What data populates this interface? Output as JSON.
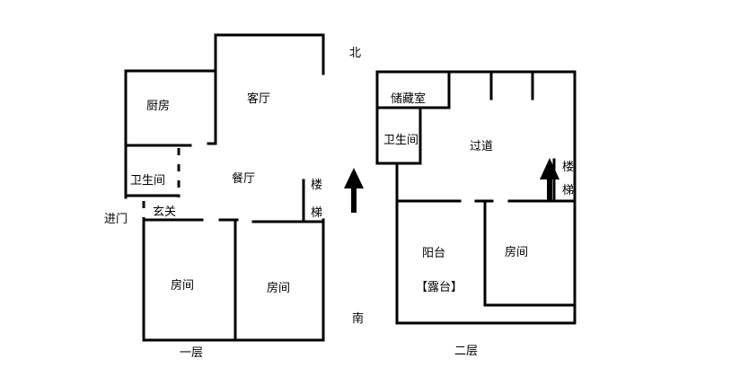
{
  "floor1": {
    "caption": "一层",
    "rooms": {
      "kitchen": "厨房",
      "living_room": "客厅",
      "dining_room": "餐厅",
      "bathroom": "卫生间",
      "entry_hall": "玄关",
      "entrance": "进门",
      "stair_top": "楼",
      "stair_bottom": "梯",
      "bedroom_left": "房间",
      "bedroom_right": "房间"
    }
  },
  "floor2": {
    "caption": "二层",
    "rooms": {
      "storage": "储藏室",
      "bathroom": "卫生间",
      "corridor": "过道",
      "stair_top": "楼",
      "stair_bottom": "梯",
      "balcony": "阳台",
      "terrace": "【露台】",
      "bedroom": "房间"
    }
  },
  "compass": {
    "north": "北",
    "south": "南"
  },
  "colors": {
    "line": "#000000",
    "background": "#ffffff"
  }
}
